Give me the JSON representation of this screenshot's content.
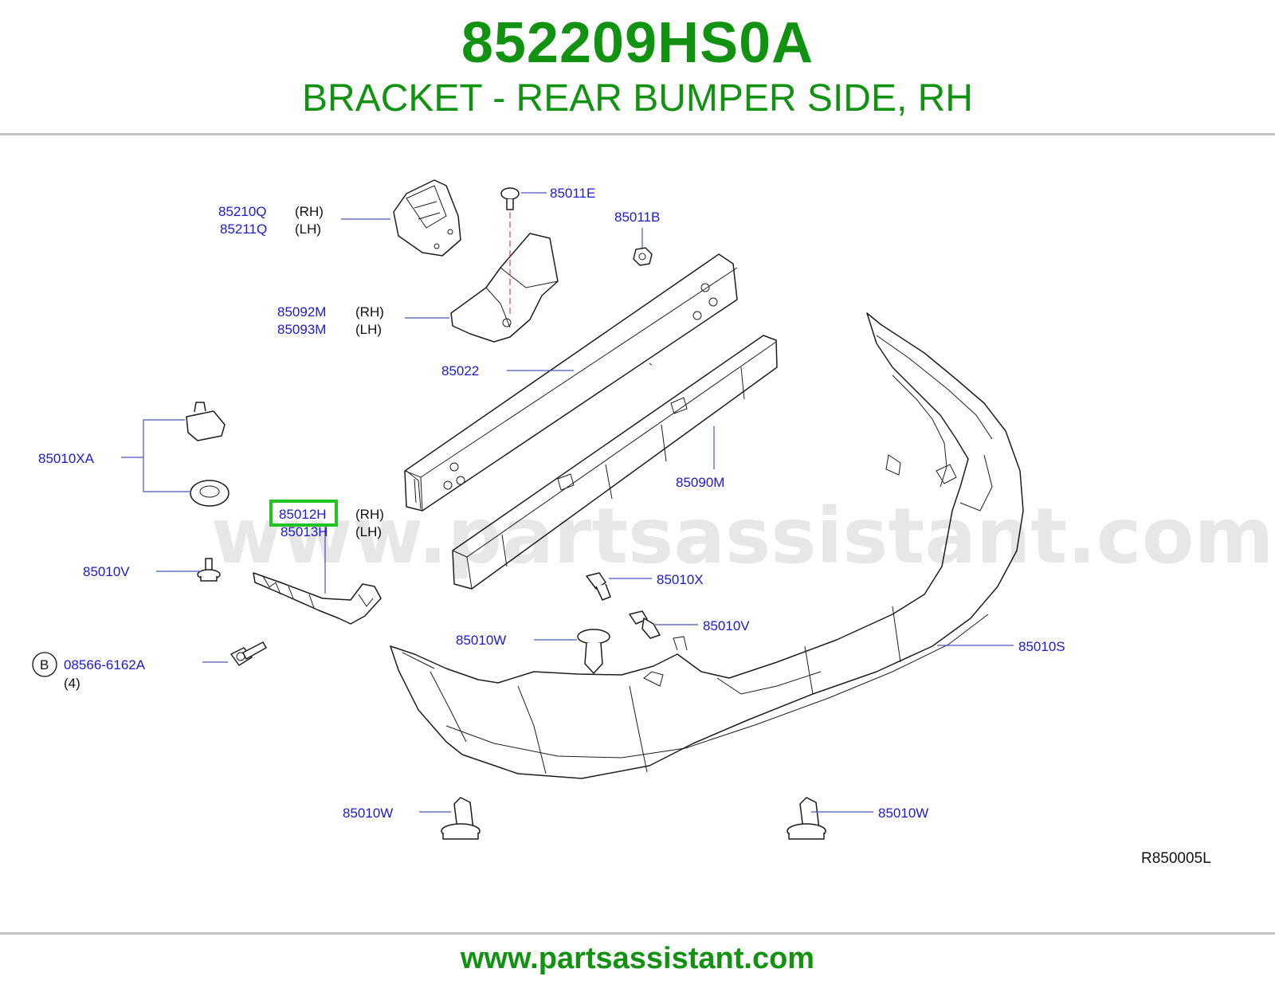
{
  "header": {
    "part_number": "852209HS0A",
    "description": "BRACKET - REAR BUMPER SIDE, RH"
  },
  "footer": {
    "url": "www.partsassistant.com"
  },
  "diagram": {
    "watermark": "www.partsassistant.com",
    "ref_code": "R850005L",
    "highlight_color": "#1fc41f",
    "label_color": "#1a1ad0",
    "labels": {
      "p85210Q": "85210Q",
      "p85210Q_side": "(RH)",
      "p85211Q": "85211Q",
      "p85211Q_side": "(LH)",
      "p85011E": "85011E",
      "p85011B": "85011B",
      "p85092M": "85092M",
      "p85092M_side": "(RH)",
      "p85093M": "85093M",
      "p85093M_side": "(LH)",
      "p85022": "85022",
      "p85010XA": "85010XA",
      "p85090M": "85090M",
      "p85012H": "85012H",
      "p85012H_side": "(RH)",
      "p85013H": "85013H",
      "p85013H_side": "(LH)",
      "p85010V_left": "85010V",
      "p85010X": "85010X",
      "p85010V_right": "85010V",
      "p85010W_mid": "85010W",
      "p85010S": "85010S",
      "bolt_circle": "B",
      "p08566": "08566-6162A",
      "p08566_qty": "(4)",
      "p85010W_bl": "85010W",
      "p85010W_br": "85010W"
    }
  }
}
